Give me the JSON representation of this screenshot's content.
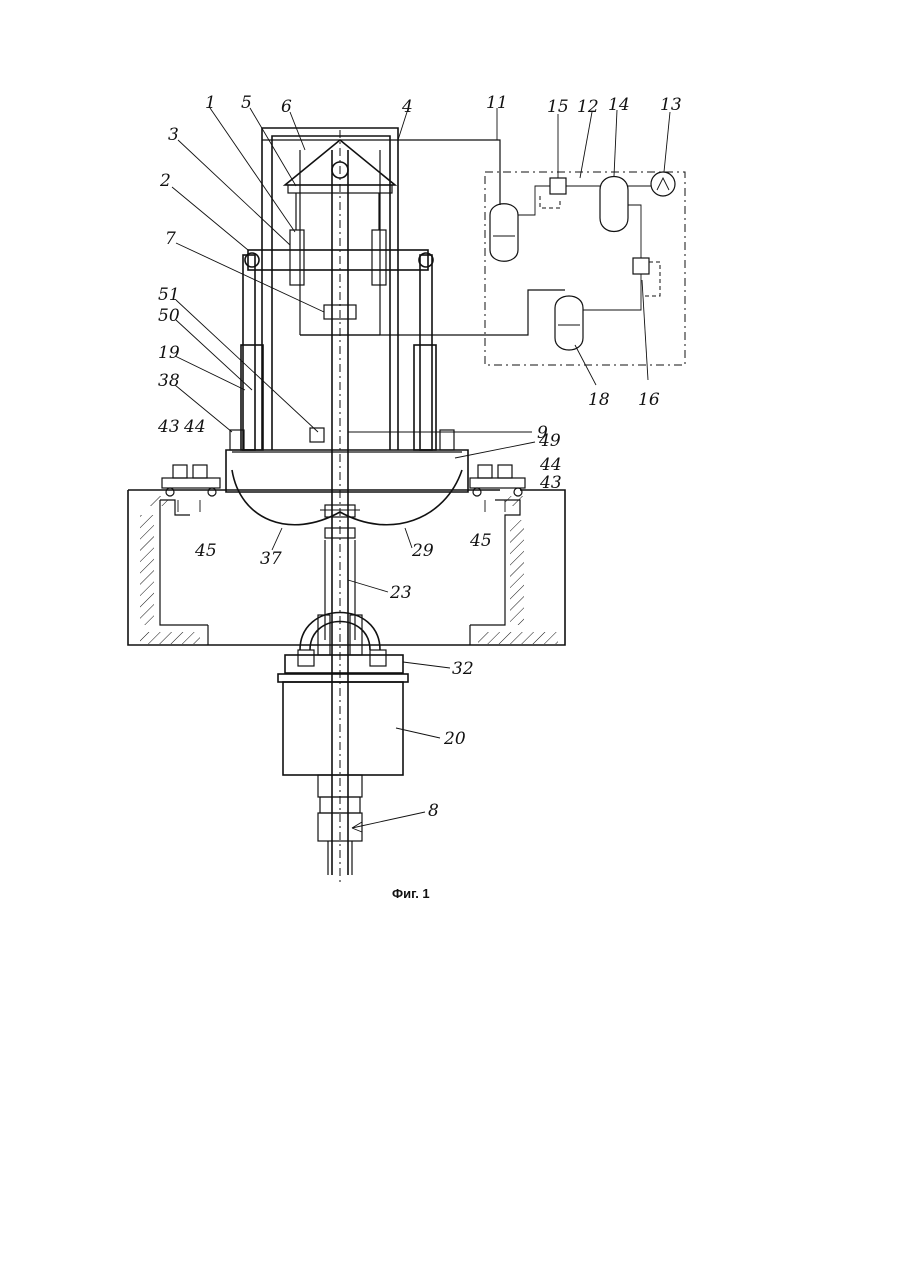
{
  "figure": {
    "caption": "Фиг. 1",
    "labels": {
      "l1": "1",
      "l2": "2",
      "l3": "3",
      "l4": "4",
      "l5": "5",
      "l6": "6",
      "l7": "7",
      "l8": "8",
      "l9": "9",
      "l11": "11",
      "l12": "12",
      "l13": "13",
      "l14": "14",
      "l15": "15",
      "l16": "16",
      "l18": "18",
      "l19": "19",
      "l20": "20",
      "l23": "23",
      "l29": "29",
      "l32": "32",
      "l37": "37",
      "l38": "38",
      "l43a": "43",
      "l44a": "44",
      "l45a": "45",
      "l43b": "43",
      "l44b": "44",
      "l45b": "45",
      "l49": "49",
      "l50": "50",
      "l51": "51"
    }
  }
}
